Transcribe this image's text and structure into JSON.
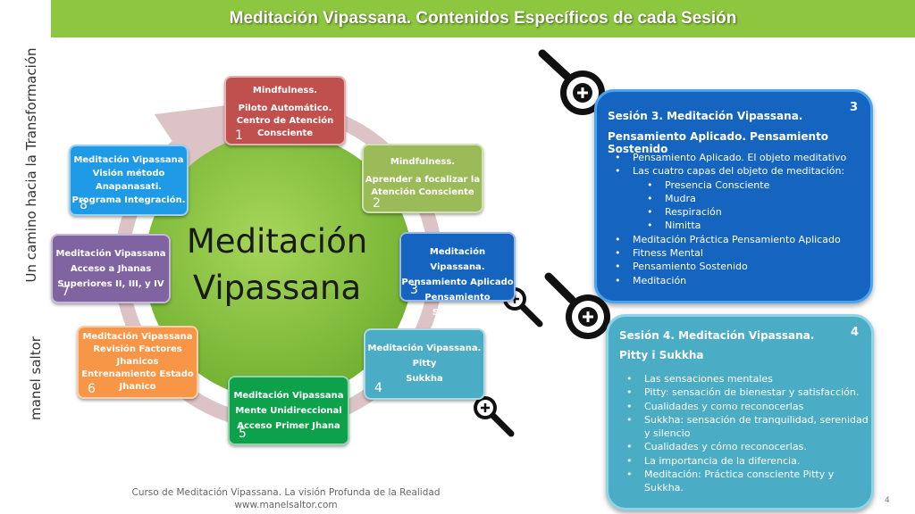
{
  "header": {
    "title": "Meditación Vipassana.  Contenidos Específicos de cada Sesión"
  },
  "side": {
    "top_text": "Un camino hacia la Transformación",
    "bottom_text": "manel saltor"
  },
  "center": {
    "line1": "Meditación",
    "line2": "Vipassana"
  },
  "sessions": [
    {
      "num": "1",
      "lines": [
        "Mindfulness.",
        "",
        "Piloto Automático.",
        "Centro de Atención",
        "Consciente"
      ]
    },
    {
      "num": "2",
      "lines": [
        "Mindfulness.",
        "",
        "Aprender a focalizar la",
        "Atención Consciente"
      ]
    },
    {
      "num": "3",
      "lines": [
        "Meditación Vipassana.",
        "Pensamiento Aplicado",
        "Pensamiento Sostenido"
      ]
    },
    {
      "num": "4",
      "lines": [
        "Meditación Vipassana.",
        "Pitty",
        "Sukkha"
      ]
    },
    {
      "num": "5",
      "lines": [
        "Meditación Vipassana",
        "Mente Unidireccional",
        "Acceso Primer Jhana"
      ]
    },
    {
      "num": "6",
      "lines": [
        "Meditación Vipassana",
        "Revisión Factores",
        "Jhanicos",
        "Entrenamiento  Estado",
        "Jhanico"
      ]
    },
    {
      "num": "7",
      "lines": [
        "Meditación Vipassana",
        "Acceso a Jhanas",
        "Superiores II, III, y IV"
      ]
    },
    {
      "num": "8",
      "lines": [
        "Meditación Vipassana",
        "Visión método",
        "Anapanasati.",
        "Programa Integración."
      ]
    }
  ],
  "detail_cards": [
    {
      "num": "3",
      "title": "Sesión 3. Meditación Vipassana.",
      "subtitle": "Pensamiento Aplicado. Pensamiento Sostenido",
      "items": [
        {
          "text": "Pensamiento Aplicado. El objeto meditativo",
          "level": 1
        },
        {
          "text": "Las cuatro capas del objeto de meditación:",
          "level": 1
        },
        {
          "text": "Presencia Consciente",
          "level": 2
        },
        {
          "text": "Mudra",
          "level": 2
        },
        {
          "text": "Respiración",
          "level": 2
        },
        {
          "text": "Nimitta",
          "level": 2
        },
        {
          "text": "Meditación Práctica Pensamiento Aplicado",
          "level": 1
        },
        {
          "text": "Fitness Mental",
          "level": 1
        },
        {
          "text": "Pensamiento Sostenido",
          "level": 1
        },
        {
          "text": "Meditación",
          "level": 1
        }
      ]
    },
    {
      "num": "4",
      "title": "Sesión 4. Meditación Vipassana.",
      "subtitle": "Pitty i Sukkha",
      "items": [
        {
          "text": "Las sensaciones mentales",
          "level": 1
        },
        {
          "text": "Pitty: sensación de bienestar y satisfacción.",
          "level": 1
        },
        {
          "text": "Cualidades y como reconocerlas",
          "level": 1
        },
        {
          "text": "Sukkha: sensación de tranquilidad, serenidad y silencio",
          "level": 1
        },
        {
          "text": "Cualidades y cómo reconocerlas.",
          "level": 1
        },
        {
          "text": "La importancia de la diferencia.",
          "level": 1
        },
        {
          "text": "Meditación: Práctica consciente Pitty y Sukkha.",
          "level": 1
        }
      ]
    }
  ],
  "footer": {
    "line1": "Curso de Meditación Vipassana. La visión Profunda de la Realidad",
    "line2": "www.manelsaltor.com"
  },
  "page_number": "4",
  "colors": {
    "header": "#8dc63f",
    "hub": "#8dc63f",
    "session1": "#c0504d",
    "session2": "#9bbb59",
    "session3": "#1565c0",
    "session4": "#4bacc6",
    "session5": "#0ea14b",
    "session6": "#f79646",
    "session7": "#8064a2",
    "session8": "#1e9ae6"
  }
}
